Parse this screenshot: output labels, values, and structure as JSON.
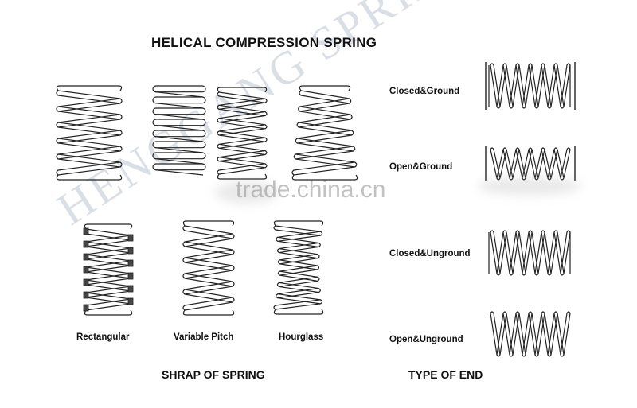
{
  "title": "HELICAL COMPRESSION SPRING",
  "end_types": [
    {
      "label": "Closed&Ground"
    },
    {
      "label": "Open&Ground"
    },
    {
      "label": "Closed&Unground"
    },
    {
      "label": "Open&Unground"
    }
  ],
  "shapes": [
    {
      "label": "Rectangular"
    },
    {
      "label": "Variable Pitch"
    },
    {
      "label": "Hourglass"
    }
  ],
  "footers": {
    "shape": "SHRAP OF SPRING",
    "end": "TYPE OF END"
  },
  "watermarks": {
    "diagonal": "HENGGANG SPRING",
    "site": "trade.china.cn"
  },
  "colors": {
    "line": "#222222",
    "background": "#ffffff"
  }
}
